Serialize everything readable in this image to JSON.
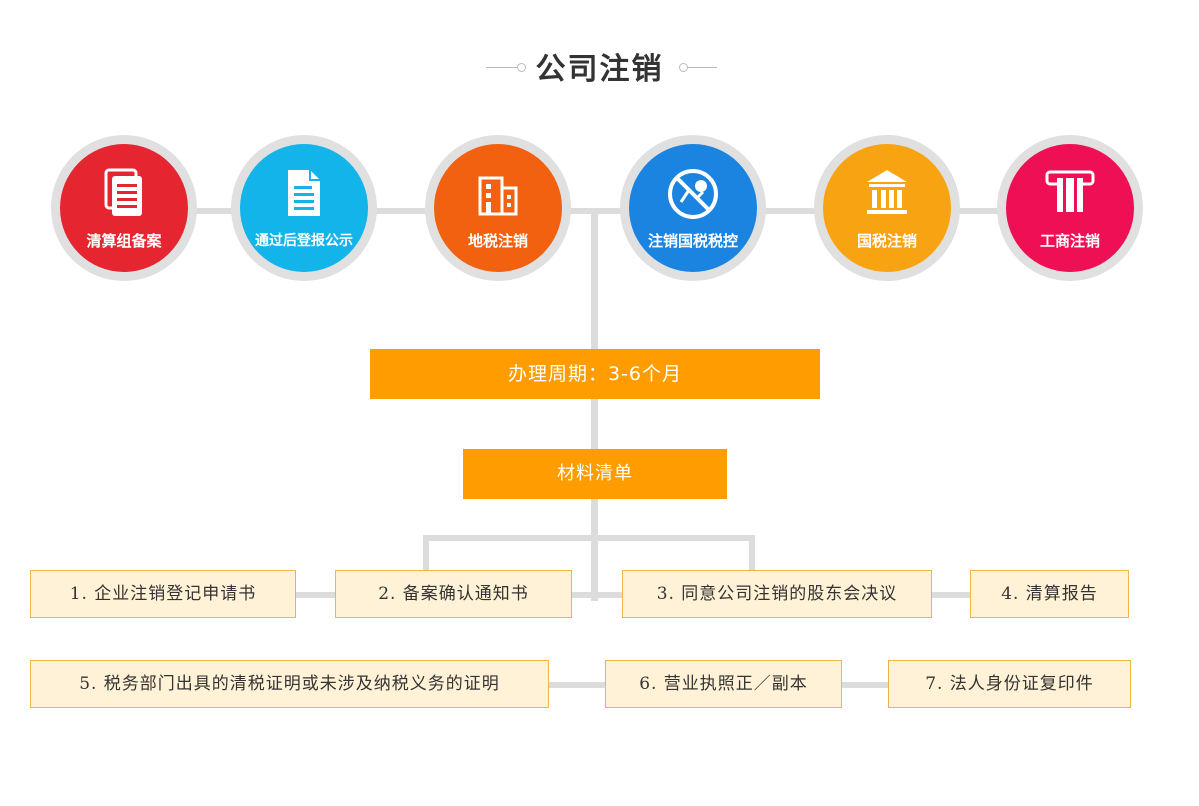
{
  "title": "公司注销",
  "steps": [
    {
      "label": "清算组备案",
      "color": "#e52631"
    },
    {
      "label": "通过后登报公示",
      "color": "#12b4ea"
    },
    {
      "label": "地税注销",
      "color": "#f16110"
    },
    {
      "label": "注销国税税控",
      "color": "#1a84e0"
    },
    {
      "label": "国税注销",
      "color": "#f7a312"
    },
    {
      "label": "工商注销",
      "color": "#ee0f55"
    }
  ],
  "period_label": "办理周期：3-6个月",
  "materials_label": "材料清单",
  "materials": [
    "1. 企业注销登记申请书",
    "2. 备案确认通知书",
    "3. 同意公司注销的股东会决议",
    "4. 清算报告",
    "5. 税务部门出具的清税证明或未涉及纳税义务的证明",
    "6. 营业执照正／副本",
    "7. 法人身份证复印件"
  ]
}
